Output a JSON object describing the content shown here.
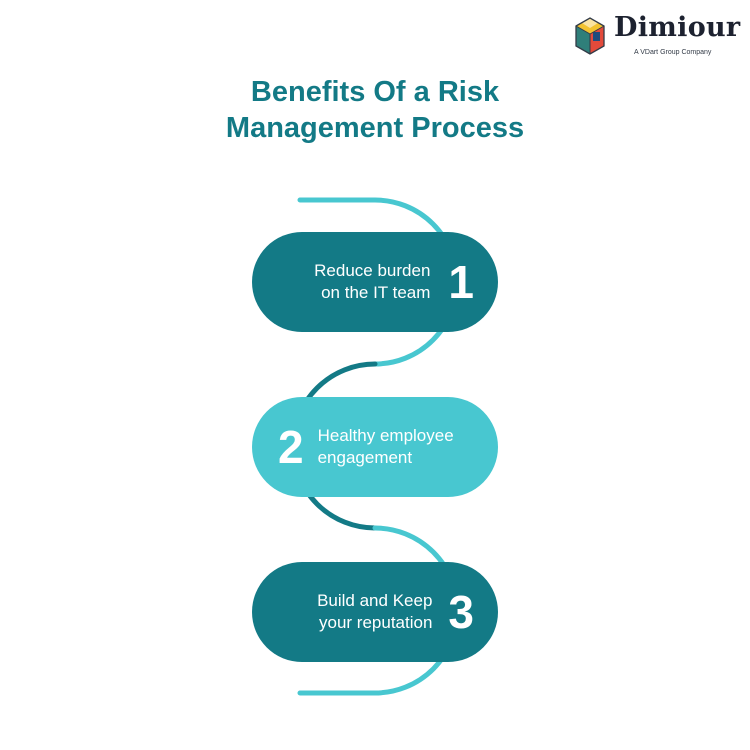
{
  "brand": {
    "name": "Dimiour",
    "tagline": "A VDart Group Company"
  },
  "title": {
    "line1": "Benefits Of a Risk",
    "line2": "Management Process"
  },
  "steps": [
    {
      "number": "1",
      "line1": "Reduce burden",
      "line2": "on the IT team",
      "color": "#137a86"
    },
    {
      "number": "2",
      "line1": "Healthy employee",
      "line2": "engagement",
      "color": "#48c7d0"
    },
    {
      "number": "3",
      "line1": "Build and Keep",
      "line2": "your reputation",
      "color": "#137a86"
    }
  ],
  "colors": {
    "primary_teal": "#137a86",
    "light_teal": "#48c7d0",
    "logo_text": "#1d2230"
  }
}
